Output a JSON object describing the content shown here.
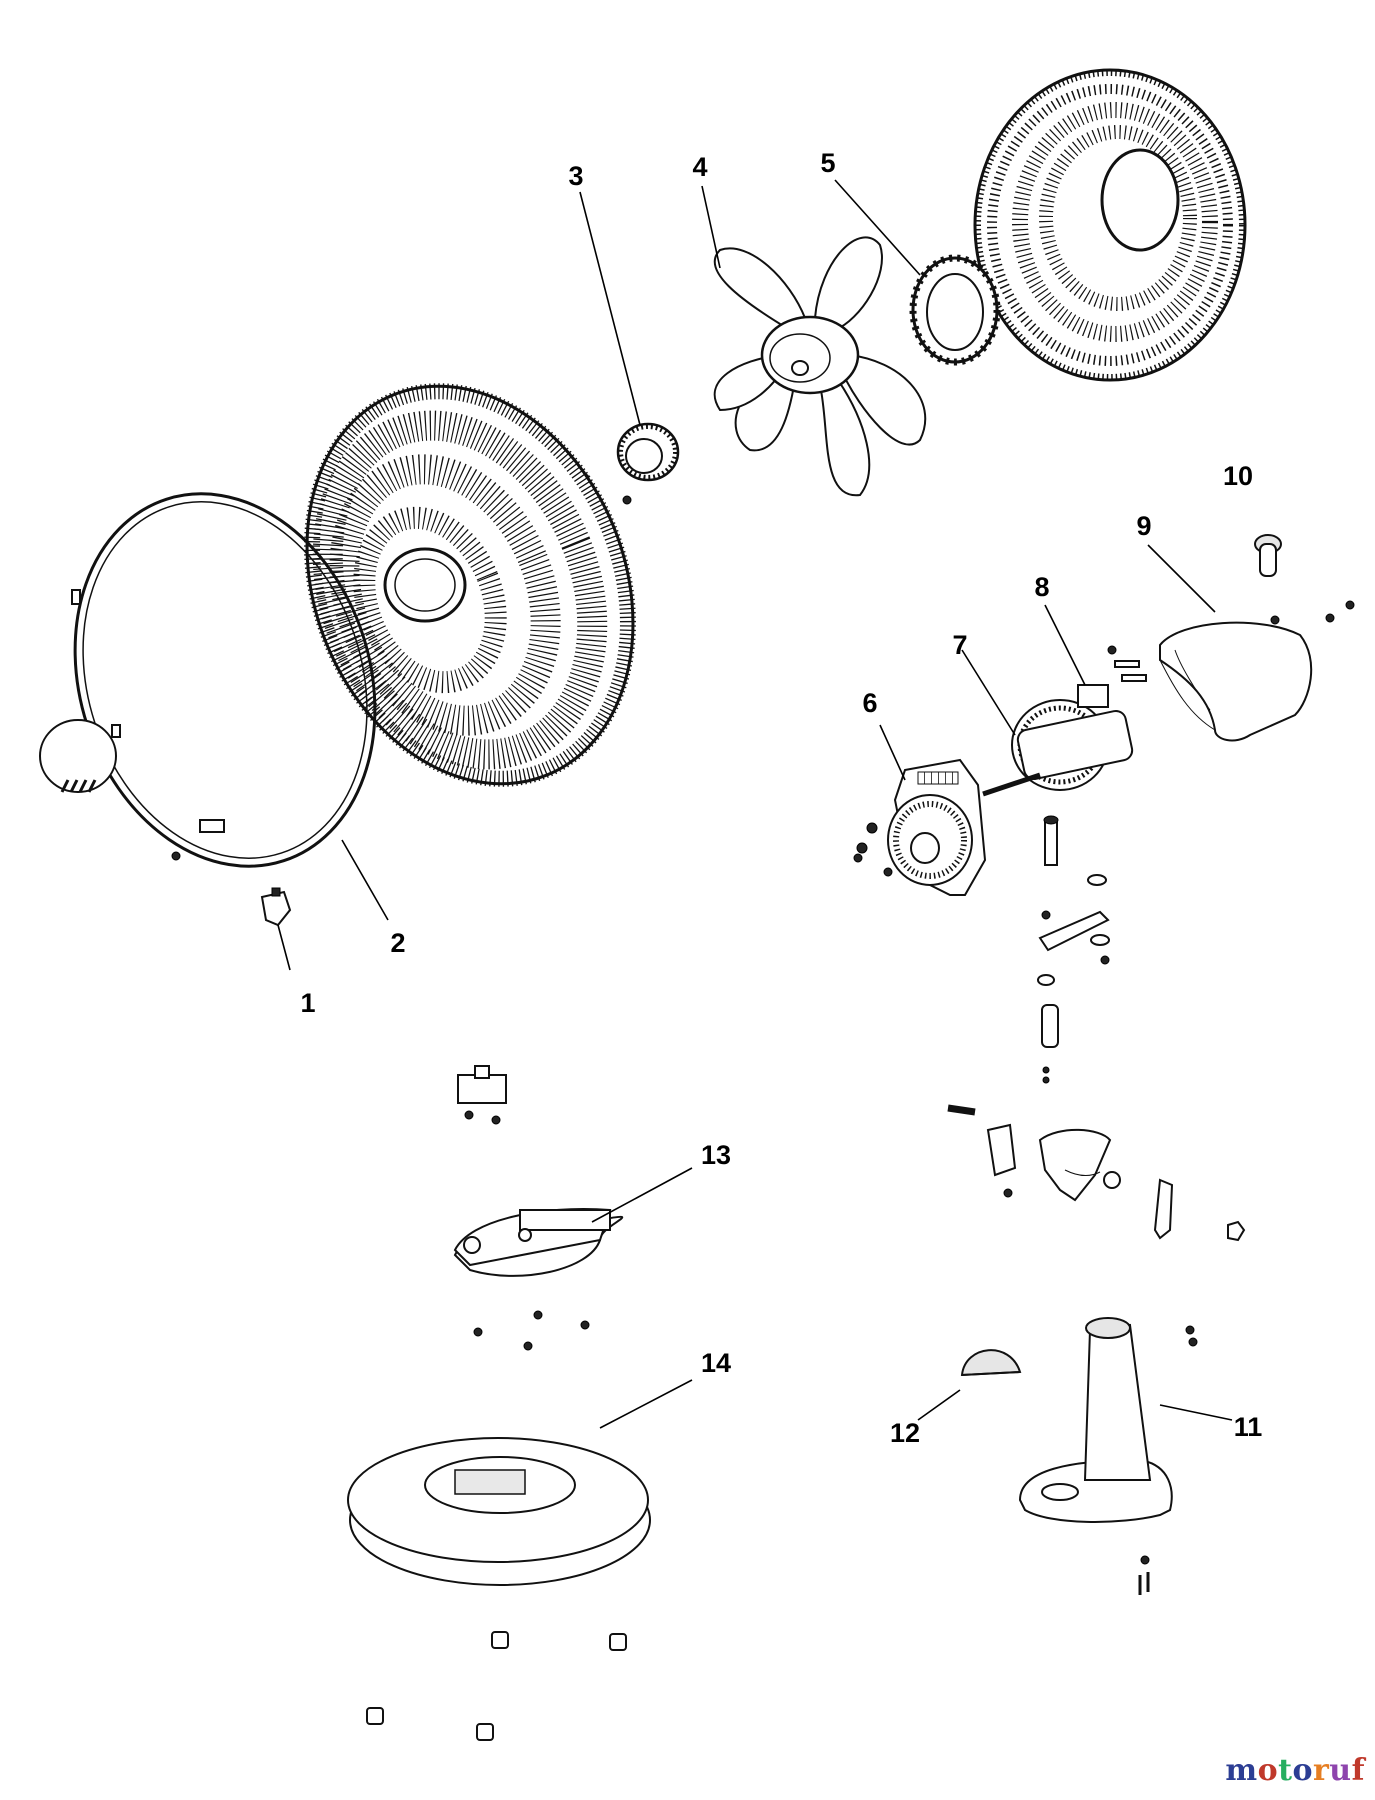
{
  "diagram": {
    "callouts": [
      {
        "id": "1",
        "label": "1"
      },
      {
        "id": "2",
        "label": "2"
      },
      {
        "id": "3",
        "label": "3"
      },
      {
        "id": "4",
        "label": "4"
      },
      {
        "id": "5",
        "label": "5"
      },
      {
        "id": "6",
        "label": "6"
      },
      {
        "id": "7",
        "label": "7"
      },
      {
        "id": "8",
        "label": "8"
      },
      {
        "id": "9",
        "label": "9"
      },
      {
        "id": "10",
        "label": "10"
      },
      {
        "id": "11",
        "label": "11"
      },
      {
        "id": "12",
        "label": "12"
      },
      {
        "id": "13",
        "label": "13"
      },
      {
        "id": "14",
        "label": "14"
      }
    ]
  },
  "watermark": {
    "text": "motoruf",
    "colors": [
      "#2c3e94",
      "#c0392b",
      "#27ae60",
      "#2c3e94",
      "#e67e22",
      "#8e44ad",
      "#c0392b"
    ]
  }
}
